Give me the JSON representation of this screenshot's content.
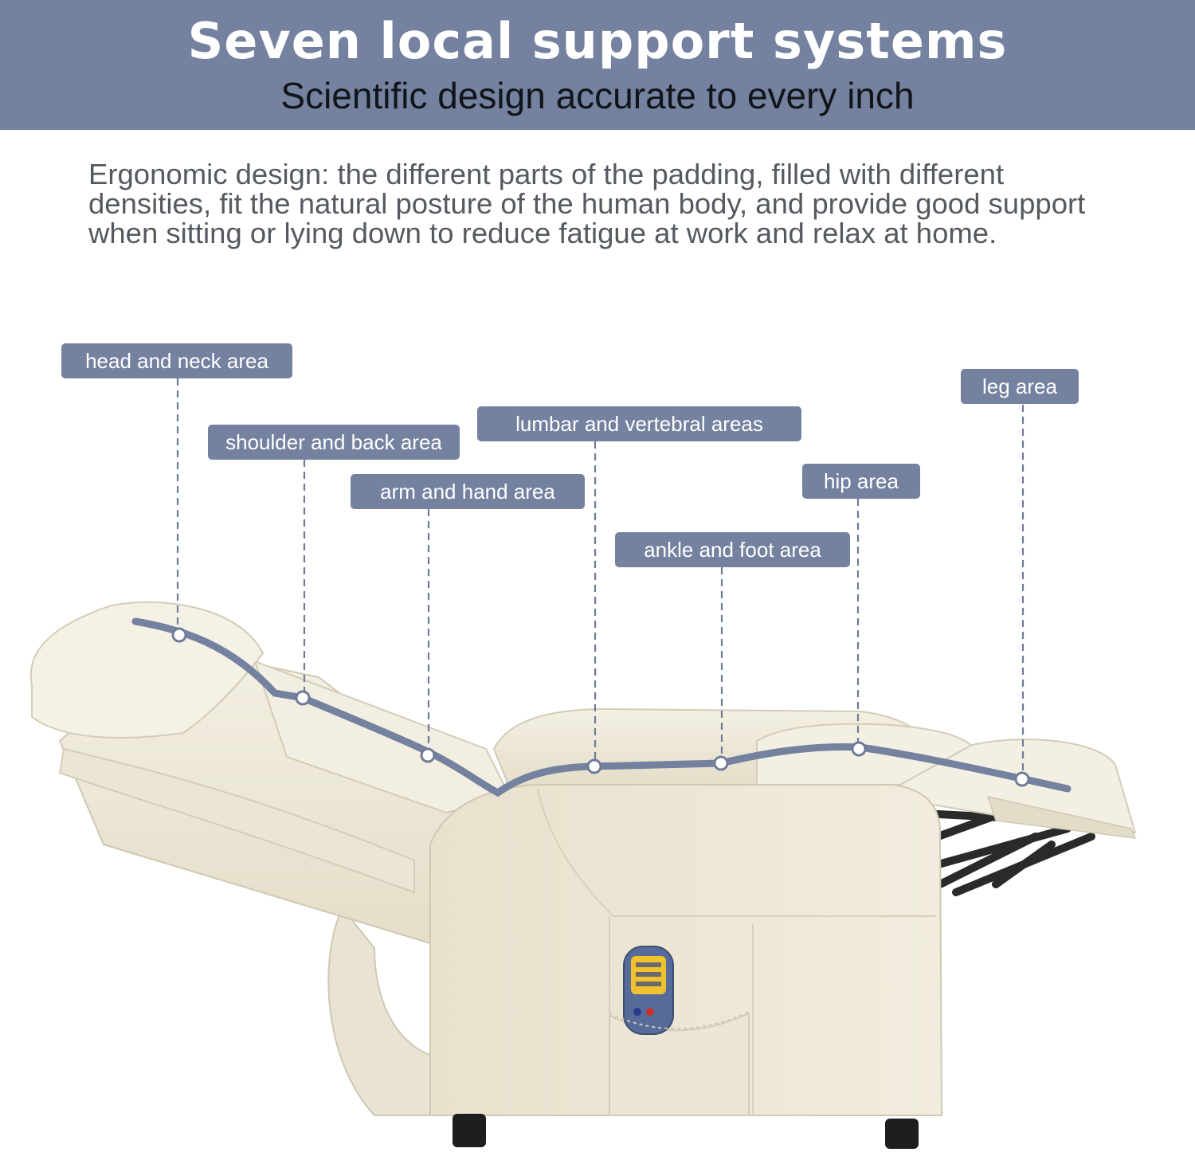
{
  "header": {
    "title": "Seven local support systems",
    "subtitle": "Scientific design accurate to every inch"
  },
  "description": "Ergonomic design: the different parts of the padding, filled with different densities, fit the natural posture of the human body, and provide good support when sitting or lying down to reduce fatigue at work and relax at home.",
  "areas": {
    "head_neck": "head and neck area",
    "shoulder_back": "shoulder and back area",
    "arm_hand": "arm and hand area",
    "lumbar_vertebral": "lumbar and vertebral areas",
    "ankle_foot": "ankle and foot area",
    "hip": "hip area",
    "leg": "leg area"
  },
  "colors": {
    "banner": "#7482a0",
    "label": "#7482a0",
    "leather": "#ece7d6",
    "frame": "#2a2a2a"
  },
  "icons": {
    "remote": "remote-control-icon"
  }
}
